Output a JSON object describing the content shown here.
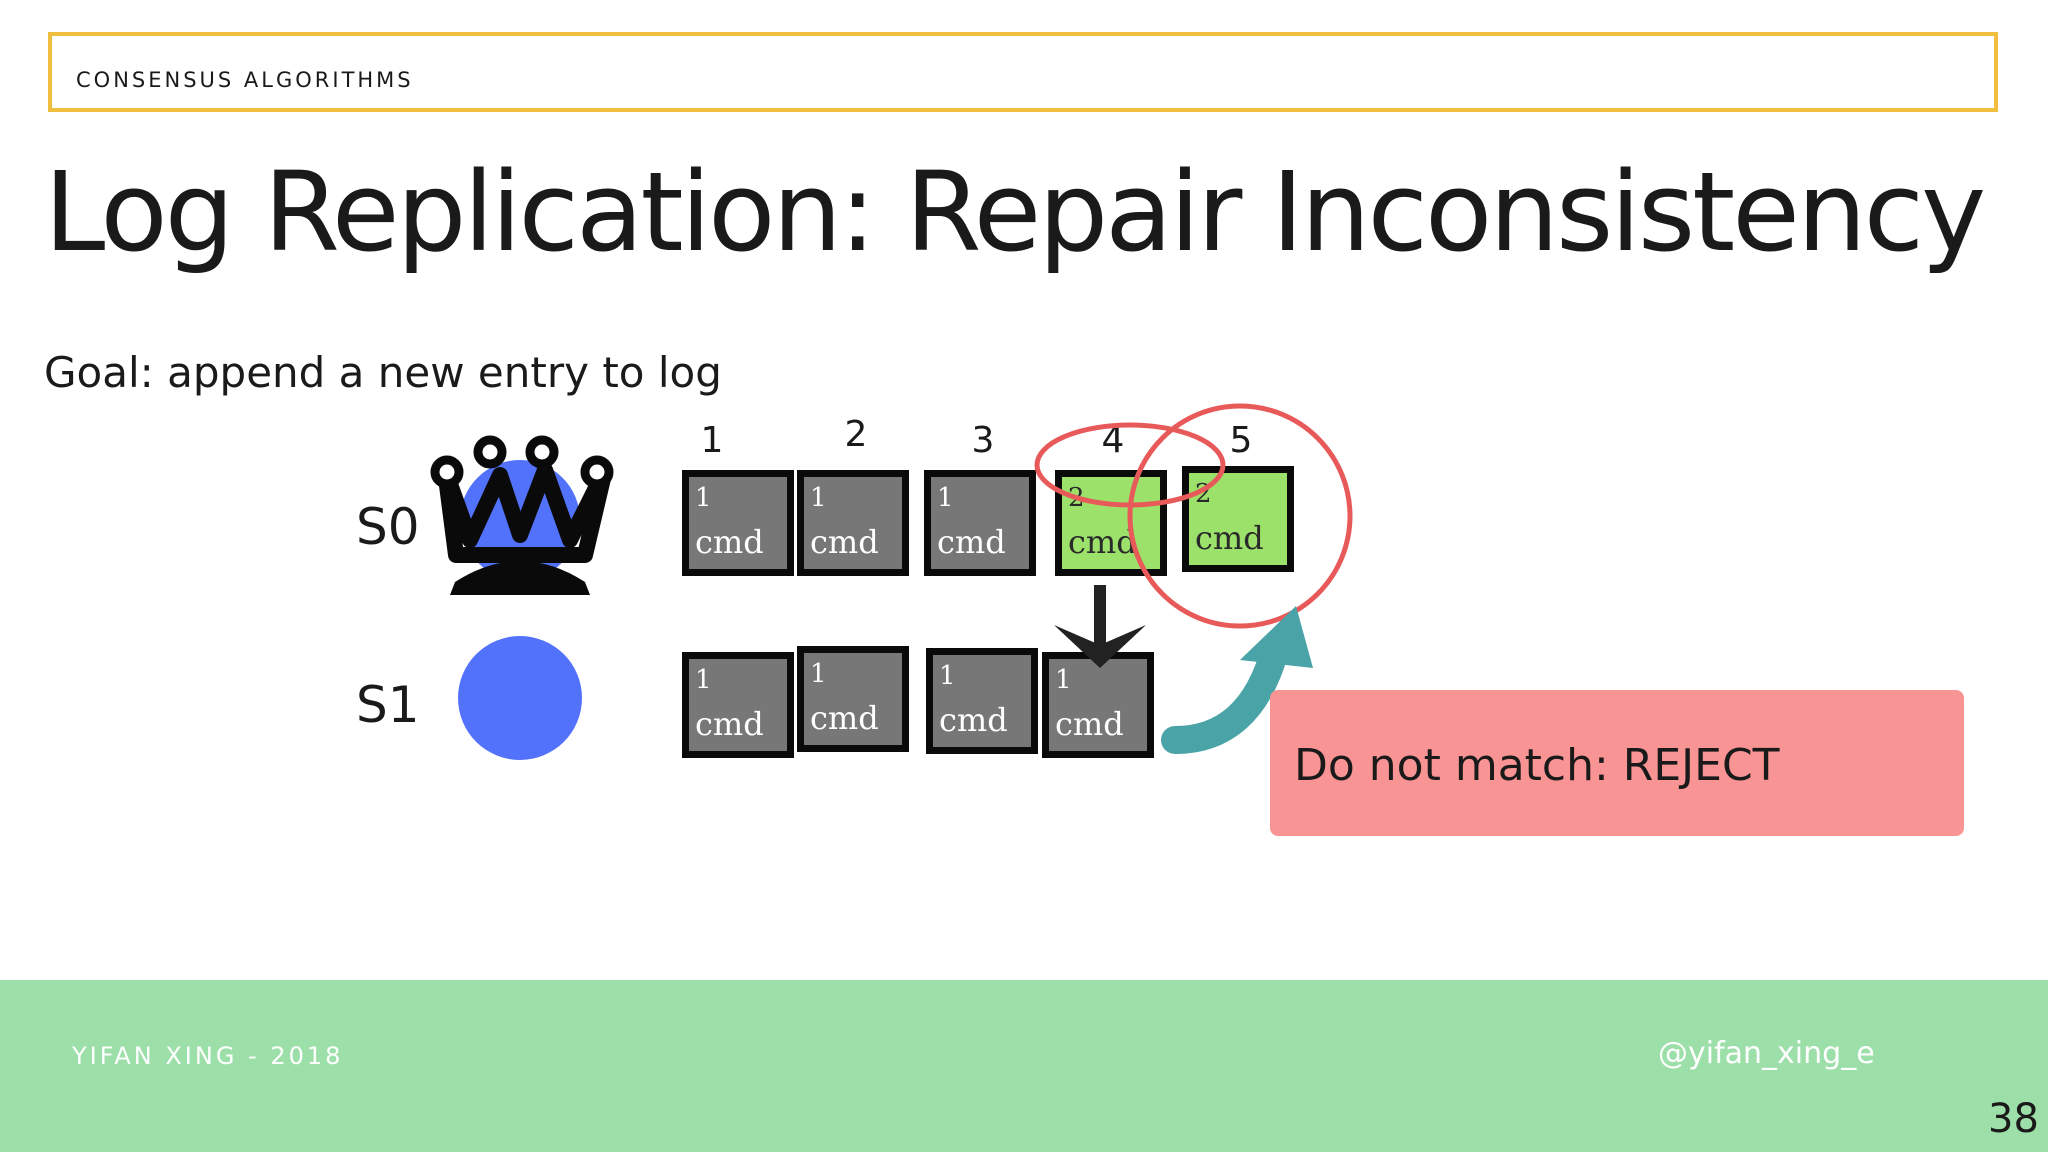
{
  "header": {
    "section": "CONSENSUS ALGORITHMS"
  },
  "title": "Log Replication: Repair Inconsistency",
  "goal": "Goal: append a new entry to log",
  "columns": [
    "1",
    "2",
    "3",
    "4",
    "5"
  ],
  "servers": [
    {
      "label": "S0",
      "role": "leader",
      "icon": "crown-icon",
      "entries": [
        {
          "term": "1",
          "cmd": "cmd",
          "status": "existing"
        },
        {
          "term": "1",
          "cmd": "cmd",
          "status": "existing"
        },
        {
          "term": "1",
          "cmd": "cmd",
          "status": "existing"
        },
        {
          "term": "2",
          "cmd": "cmd",
          "status": "new"
        },
        {
          "term": "2",
          "cmd": "cmd",
          "status": "new"
        }
      ]
    },
    {
      "label": "S1",
      "role": "follower",
      "icon": "circle-icon",
      "entries": [
        {
          "term": "1",
          "cmd": "cmd",
          "status": "existing"
        },
        {
          "term": "1",
          "cmd": "cmd",
          "status": "existing"
        },
        {
          "term": "1",
          "cmd": "cmd",
          "status": "existing"
        },
        {
          "term": "1",
          "cmd": "cmd",
          "status": "existing"
        }
      ]
    }
  ],
  "callout": "Do not match: REJECT",
  "footer": {
    "left": "YIFAN XING - 2018",
    "right": "@yifan_xing_e"
  },
  "page_number": "38",
  "colors": {
    "accent_border": "#f0bf3e",
    "server_blue": "#5372fb",
    "existing_entry": "#777777",
    "new_entry": "#9be16a",
    "highlight_circle": "#e85a5a",
    "arrow_teal": "#4aa3a6",
    "reject_box": "#f99494",
    "footer_bg": "#9ddfa9"
  }
}
